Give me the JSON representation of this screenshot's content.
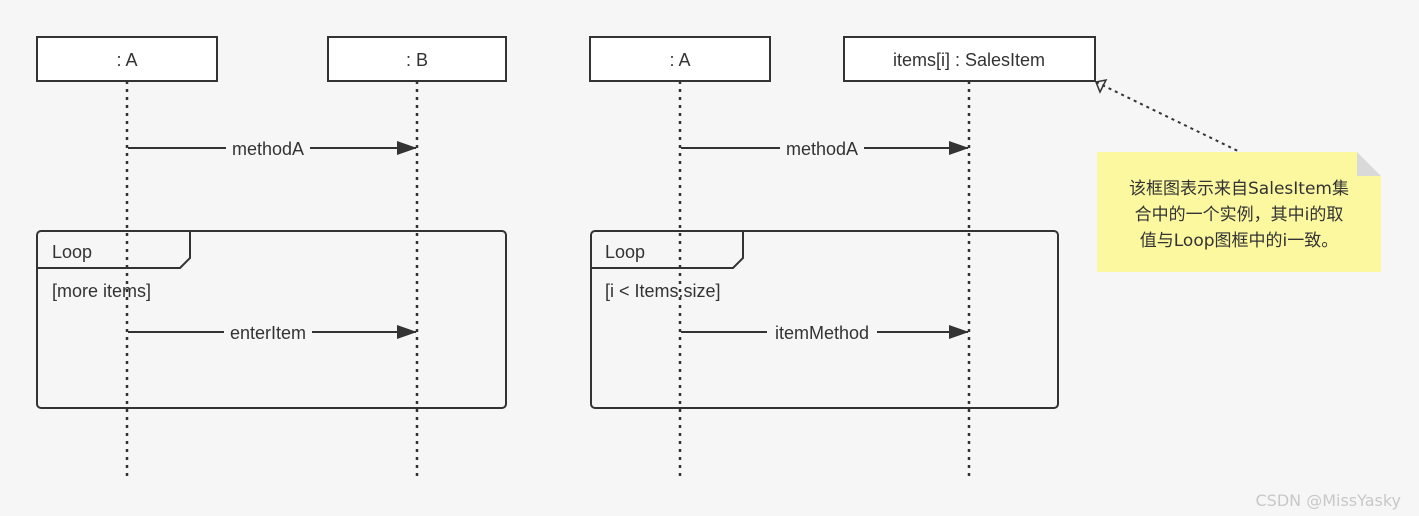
{
  "left": {
    "lifeline_a": ": A",
    "lifeline_b": ": B",
    "message_1": "methodA",
    "loop_label": "Loop",
    "loop_guard": "[more items]",
    "message_2": "enterItem"
  },
  "right": {
    "lifeline_a": ": A",
    "lifeline_b": "items[i] : SalesItem",
    "message_1": "methodA",
    "loop_label": "Loop",
    "loop_guard": "[i < Items.size]",
    "message_2": "itemMethod"
  },
  "note": {
    "lines": [
      "该框图表示来自SalesItem集",
      "合中的一个实例，其中i的取",
      "值与Loop图框中的i一致。"
    ]
  },
  "watermark": "CSDN @MissYasky",
  "colors": {
    "background": "#f6f6f6",
    "note": "#fbf8a0",
    "stroke": "#333333"
  }
}
